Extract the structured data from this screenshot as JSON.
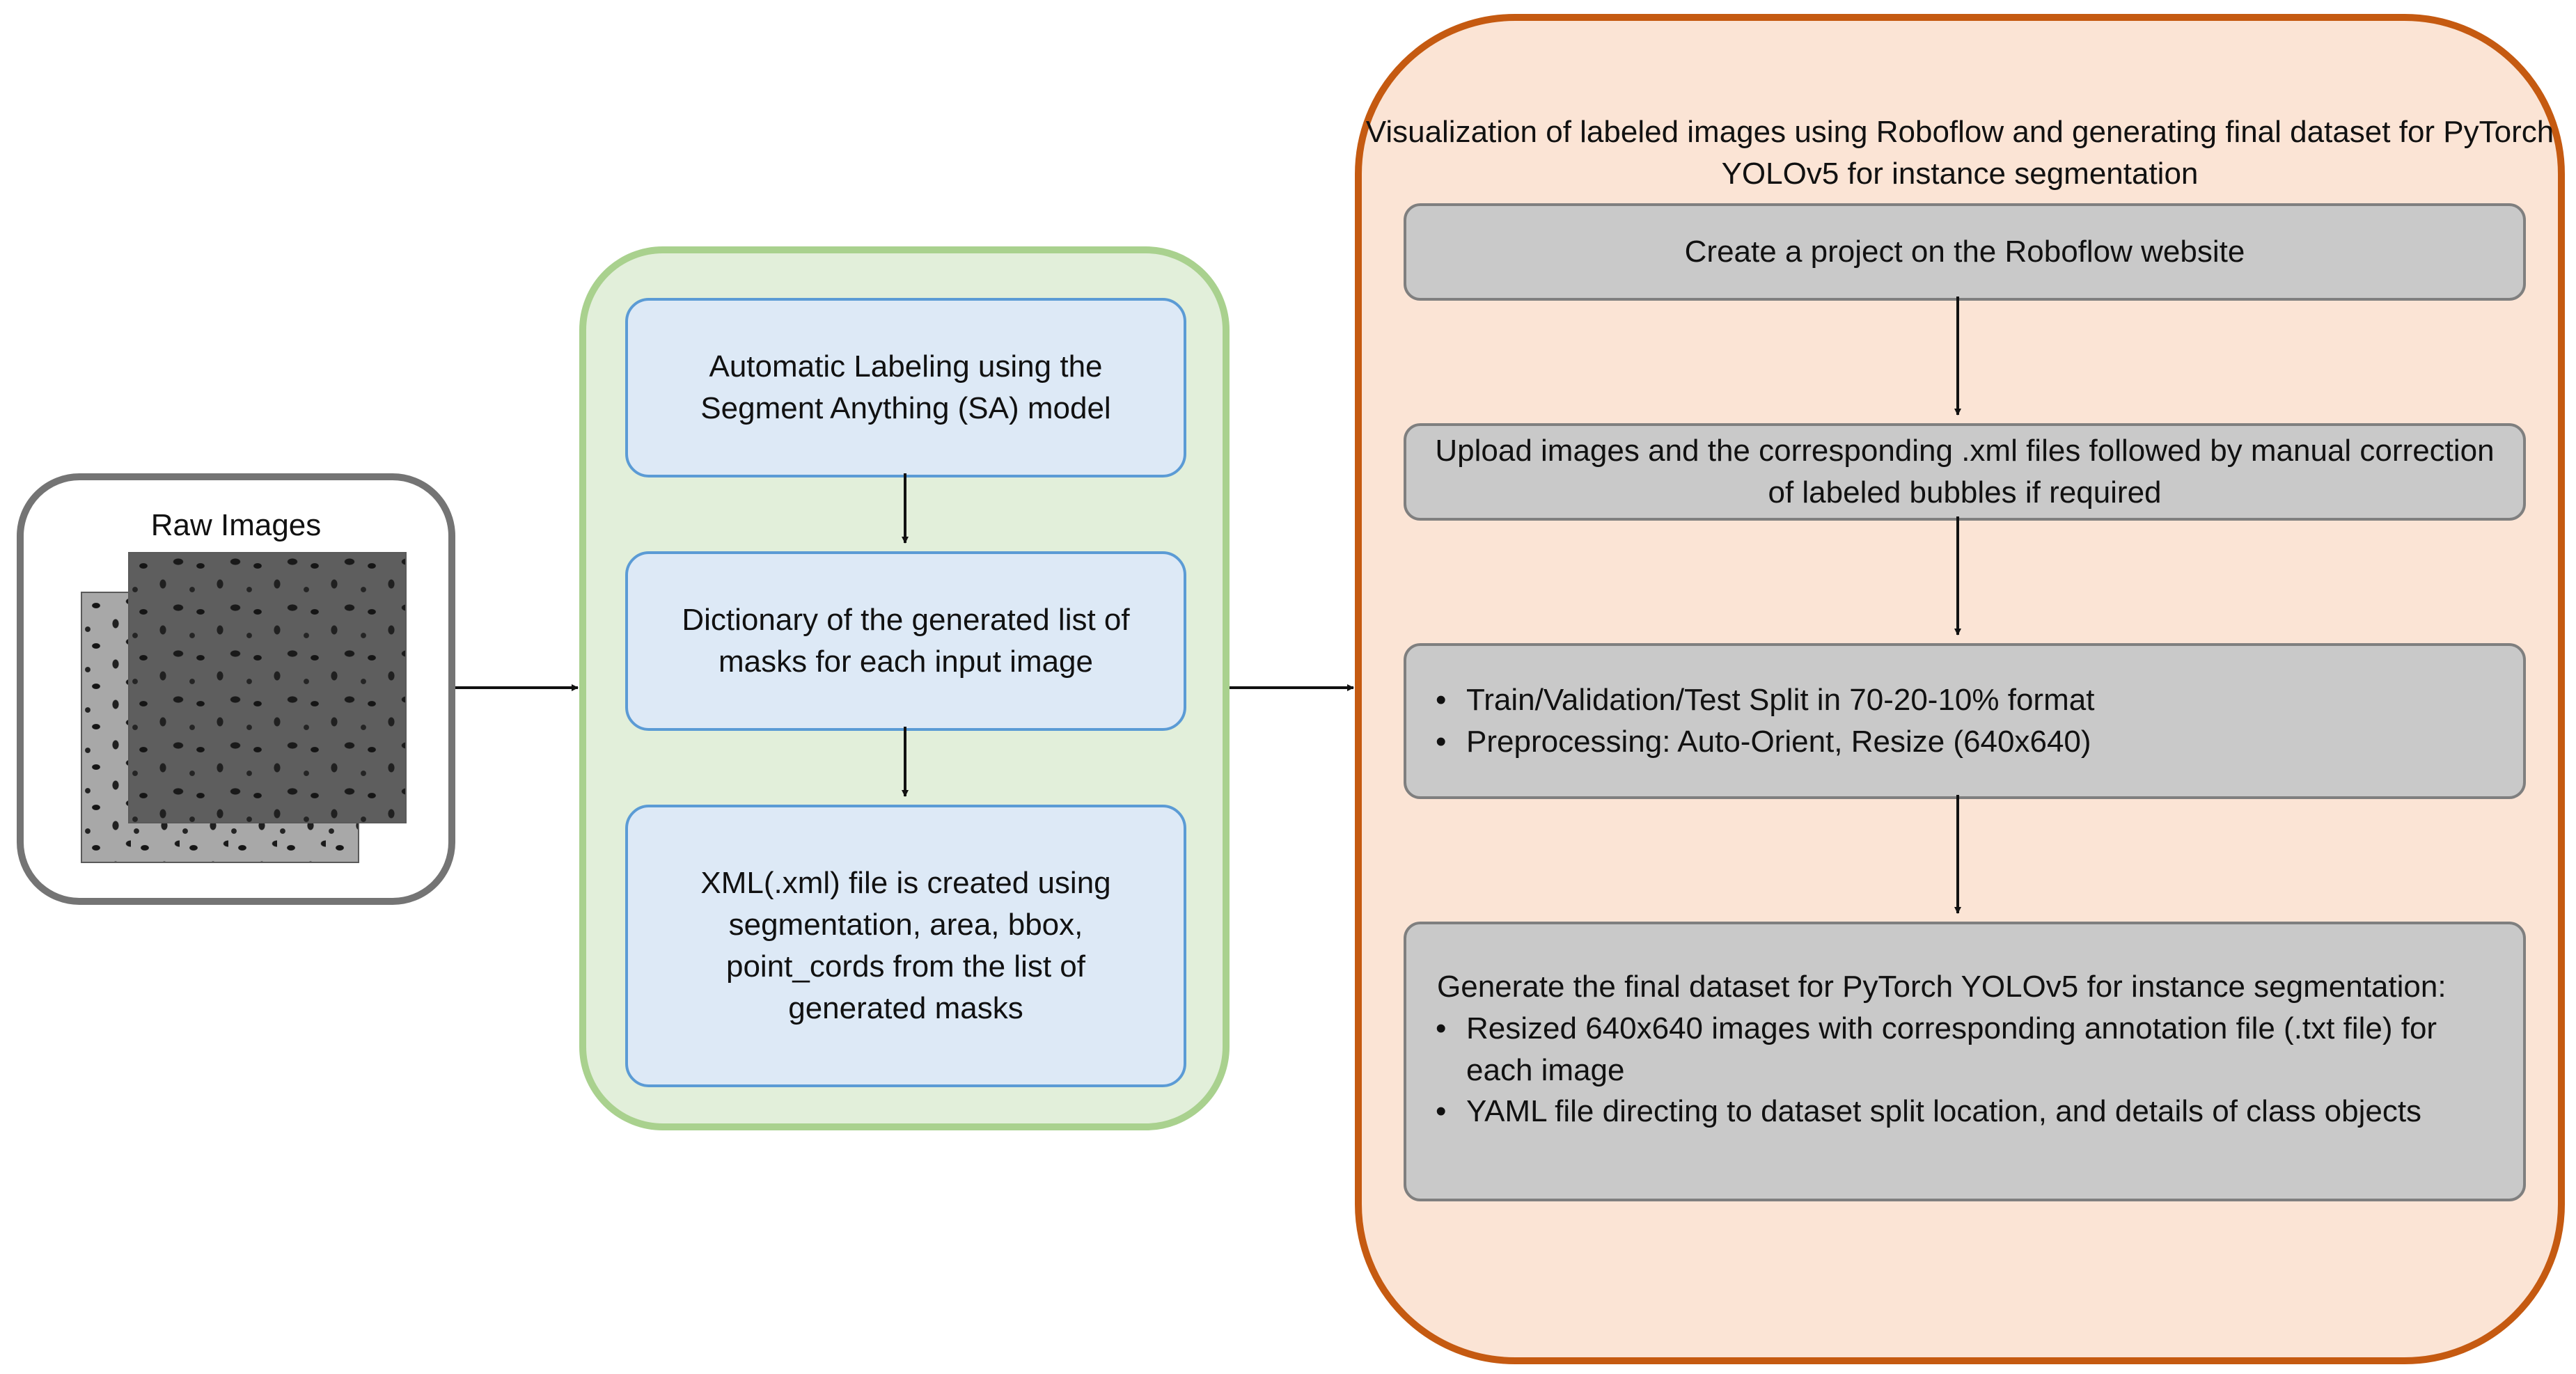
{
  "raw_images": {
    "title": "Raw Images"
  },
  "labeling": {
    "steps": [
      "Automatic Labeling using the Segment Anything (SA) model",
      "Dictionary of the generated list of masks for each input image",
      "XML(.xml) file is created using segmentation, area, bbox, point_cords from the list of generated masks"
    ]
  },
  "roboflow": {
    "title": "Visualization of labeled images using Roboflow and generating final dataset for PyTorch YOLOv5 for instance segmentation",
    "step1": "Create a project on the Roboflow website",
    "step2": "Upload images and the corresponding .xml files followed by manual correction of labeled bubbles if required",
    "step3_bullets": [
      "Train/Validation/Test Split in 70-20-10% format",
      "Preprocessing: Auto-Orient, Resize (640x640)"
    ],
    "step4_intro": "Generate the final dataset for PyTorch YOLOv5 for instance segmentation:",
    "step4_bullets": [
      "Resized 640x640 images with corresponding annotation file (.txt file) for each image",
      "YAML file directing to dataset split location, and details of class objects"
    ]
  },
  "colors": {
    "raw_border": "#747474",
    "label_fill": "#e2efda",
    "label_border": "#a9d18e",
    "step_fill": "#dde9f6",
    "step_border": "#5b9bd5",
    "rf_fill": "#fbe4d5",
    "rf_border": "#c55a11",
    "gray_fill": "#c9c9c9",
    "gray_border": "#7f7f7f"
  }
}
